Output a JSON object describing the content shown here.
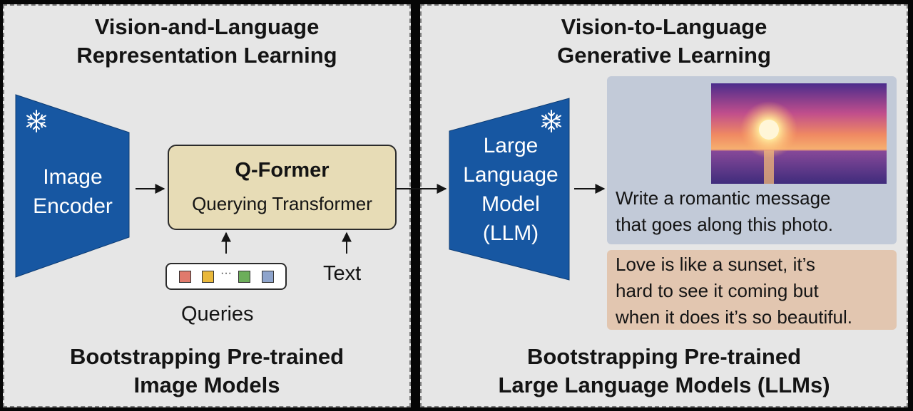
{
  "left_panel": {
    "title_line1": "Vision-and-Language",
    "title_line2": "Representation Learning",
    "image_encoder_line1": "Image",
    "image_encoder_line2": "Encoder",
    "qformer_title": "Q-Former",
    "qformer_subtitle": "Querying Transformer",
    "queries_label": "Queries",
    "queries_ellipsis": "···",
    "text_label": "Text",
    "bottom_line1": "Bootstrapping Pre-trained",
    "bottom_line2": "Image Models"
  },
  "right_panel": {
    "title_line1": "Vision-to-Language",
    "title_line2": "Generative Learning",
    "llm_line1": "Large",
    "llm_line2": "Language",
    "llm_line3": "Model",
    "llm_line4": "(LLM)",
    "prompt_line1": "Write a romantic message",
    "prompt_line2": "that goes along this photo.",
    "answer_line1": "Love is like a sunset, it’s",
    "answer_line2": "hard to see it coming but",
    "answer_line3": "when it does it’s so beautiful.",
    "bottom_line1": "Bootstrapping Pre-trained",
    "bottom_line2": "Large Language Models (LLMs)"
  },
  "colors": {
    "panel_bg": "#e6e6e6",
    "model_blue": "#1757a2",
    "qformer_fill": "#e7dcb6",
    "prompt_bg": "#c2cad8",
    "answer_bg": "#e2c6b0",
    "query_tokens": [
      "#e07a6c",
      "#e9b83a",
      "#6cae5a",
      "#8ea4cc"
    ]
  },
  "icons": {
    "frozen": "snowflake-icon"
  }
}
